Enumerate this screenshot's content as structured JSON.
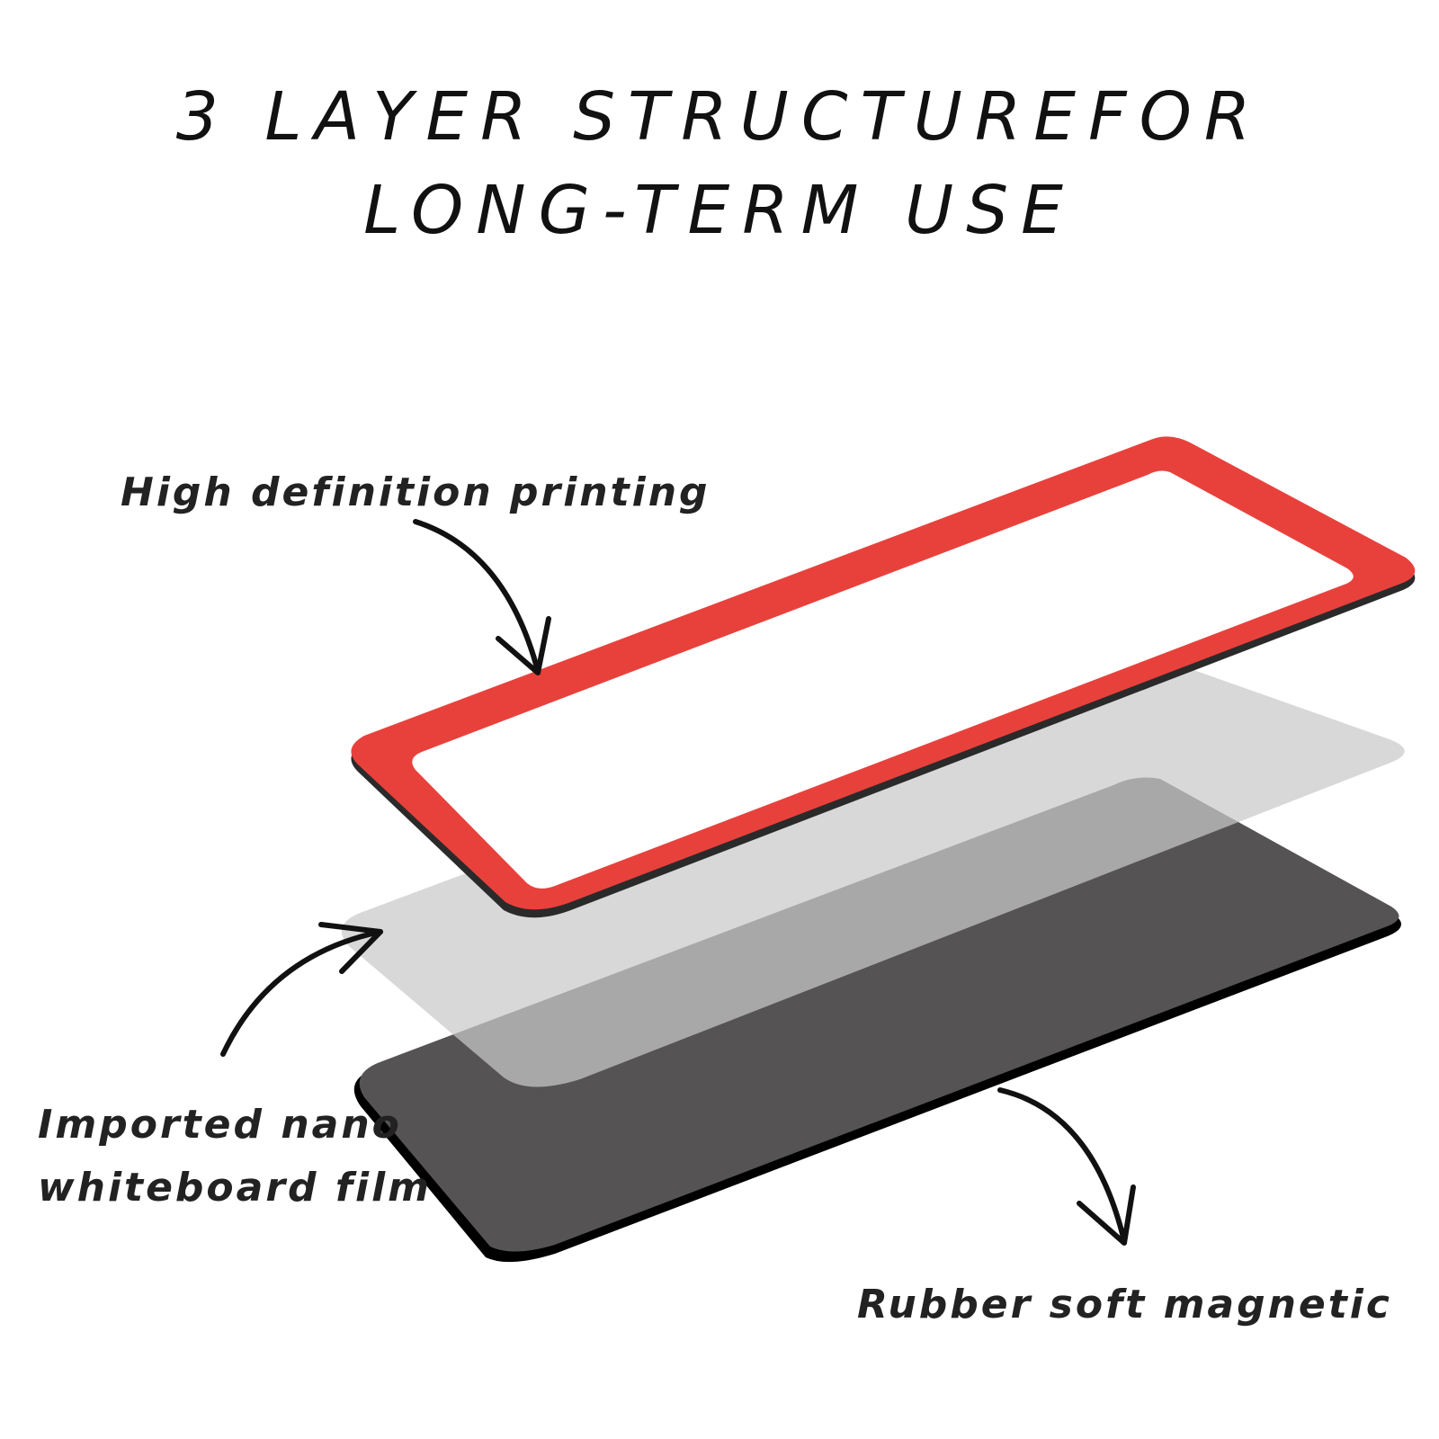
{
  "title": {
    "line1": "3 LAYER STRUCTUREFOR",
    "line2": "LONG-TERM USE"
  },
  "layers": {
    "top": {
      "label": "High definition printing",
      "border_color": "#e8413c",
      "inner_color": "#ffffff"
    },
    "middle": {
      "label_line1": "Imported nano",
      "label_line2": "whiteboard film",
      "color": "#d8d8d8"
    },
    "bottom": {
      "label": "Rubber soft magnetic",
      "color": "#565354"
    }
  },
  "arrows": [
    "arrow-to-top-layer",
    "arrow-to-middle-layer",
    "arrow-to-bottom-layer"
  ]
}
